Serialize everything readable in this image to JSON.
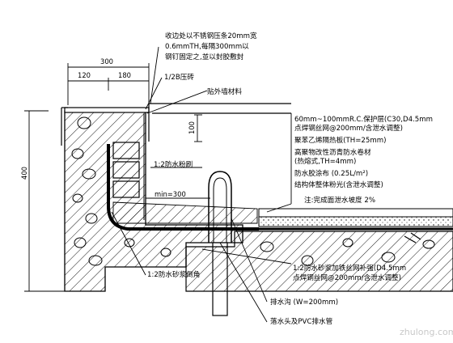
{
  "annotations": {
    "top_note_1": "收边处以不锈钢压条20mm宽",
    "top_note_2": "0.6mmTH,每隔300mm以",
    "top_note_3": "钢钉固定之,並以封胶敷封",
    "brick": "1/2B压砖",
    "wall_cladding": "贴外墙材料",
    "layer_1a": "60mm~100mmR.C.保护层(C30,D4.5mm",
    "layer_1b": "点焊钢丝网@200mm/含泄水调整)",
    "layer_2": "聚苯乙烯隔热板(TH=25mm)",
    "layer_3a": "高聚物改性沥青防水卷材",
    "layer_3b": "(热熔式,TH=4mm)",
    "layer_4": "防水胶涂布 (0.25L/m²)",
    "layer_5": "结构体整体粉光(含泄水调整)",
    "slope_note": "注:完成面泄水坡度 2%",
    "waterproof_plaster": "1:2防水粉刷",
    "min_dim": "min=300",
    "mortar_fillet": "1:2防水砂浆倒角",
    "mortar_mesh_a": "1:2防水砂浆加铁丝网补强(D4.5mm",
    "mortar_mesh_b": "点焊钢丝网@200mm/含泄水调整)",
    "drain_ditch": "排水沟 (W=200mm)",
    "drain_pipe": "落水头及PVC排水管"
  },
  "dimensions": {
    "d300": "300",
    "d120": "120",
    "d180": "180",
    "d100": "100",
    "d400": "400"
  },
  "watermark": "zhulong.com"
}
